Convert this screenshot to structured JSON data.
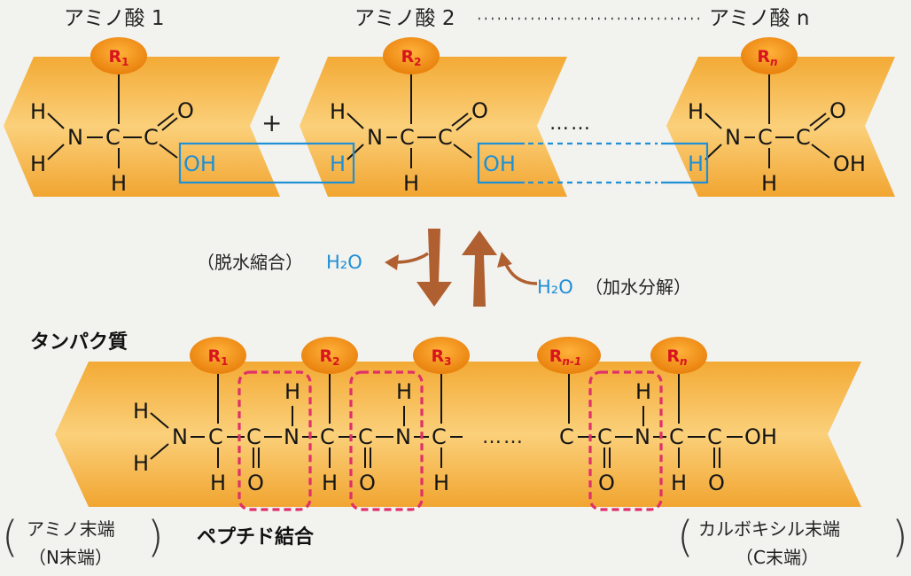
{
  "labels": {
    "amino1": "アミノ酸 1",
    "amino2": "アミノ酸 2",
    "amino_n": "アミノ酸 n",
    "condensation": "（脱水縮合）",
    "hydrolysis": "（加水分解）",
    "water": "H₂O",
    "protein": "タンパク質",
    "peptide_bond": "ペプチド結合",
    "n_terminal": "アミノ末端",
    "n_terminal_short": "（N末端）",
    "c_terminal": "カルボキシル末端",
    "c_terminal_short": "（C末端）"
  },
  "atoms": {
    "H": "H",
    "N": "N",
    "C": "C",
    "O": "O",
    "OH": "OH",
    "plus": "+",
    "ellipsis": "……"
  },
  "r_groups": {
    "r1": "R1",
    "r2": "R2",
    "r3": "R3",
    "rn_1": "Rn-1",
    "rn": "Rn"
  },
  "colors": {
    "ribbon": "#f5b64a",
    "r_group": "#ee8b12",
    "r_text": "#d8141e",
    "water_blue": "#1f8fd6",
    "peptide_box": "#e0306a",
    "arrow": "#b06030"
  }
}
